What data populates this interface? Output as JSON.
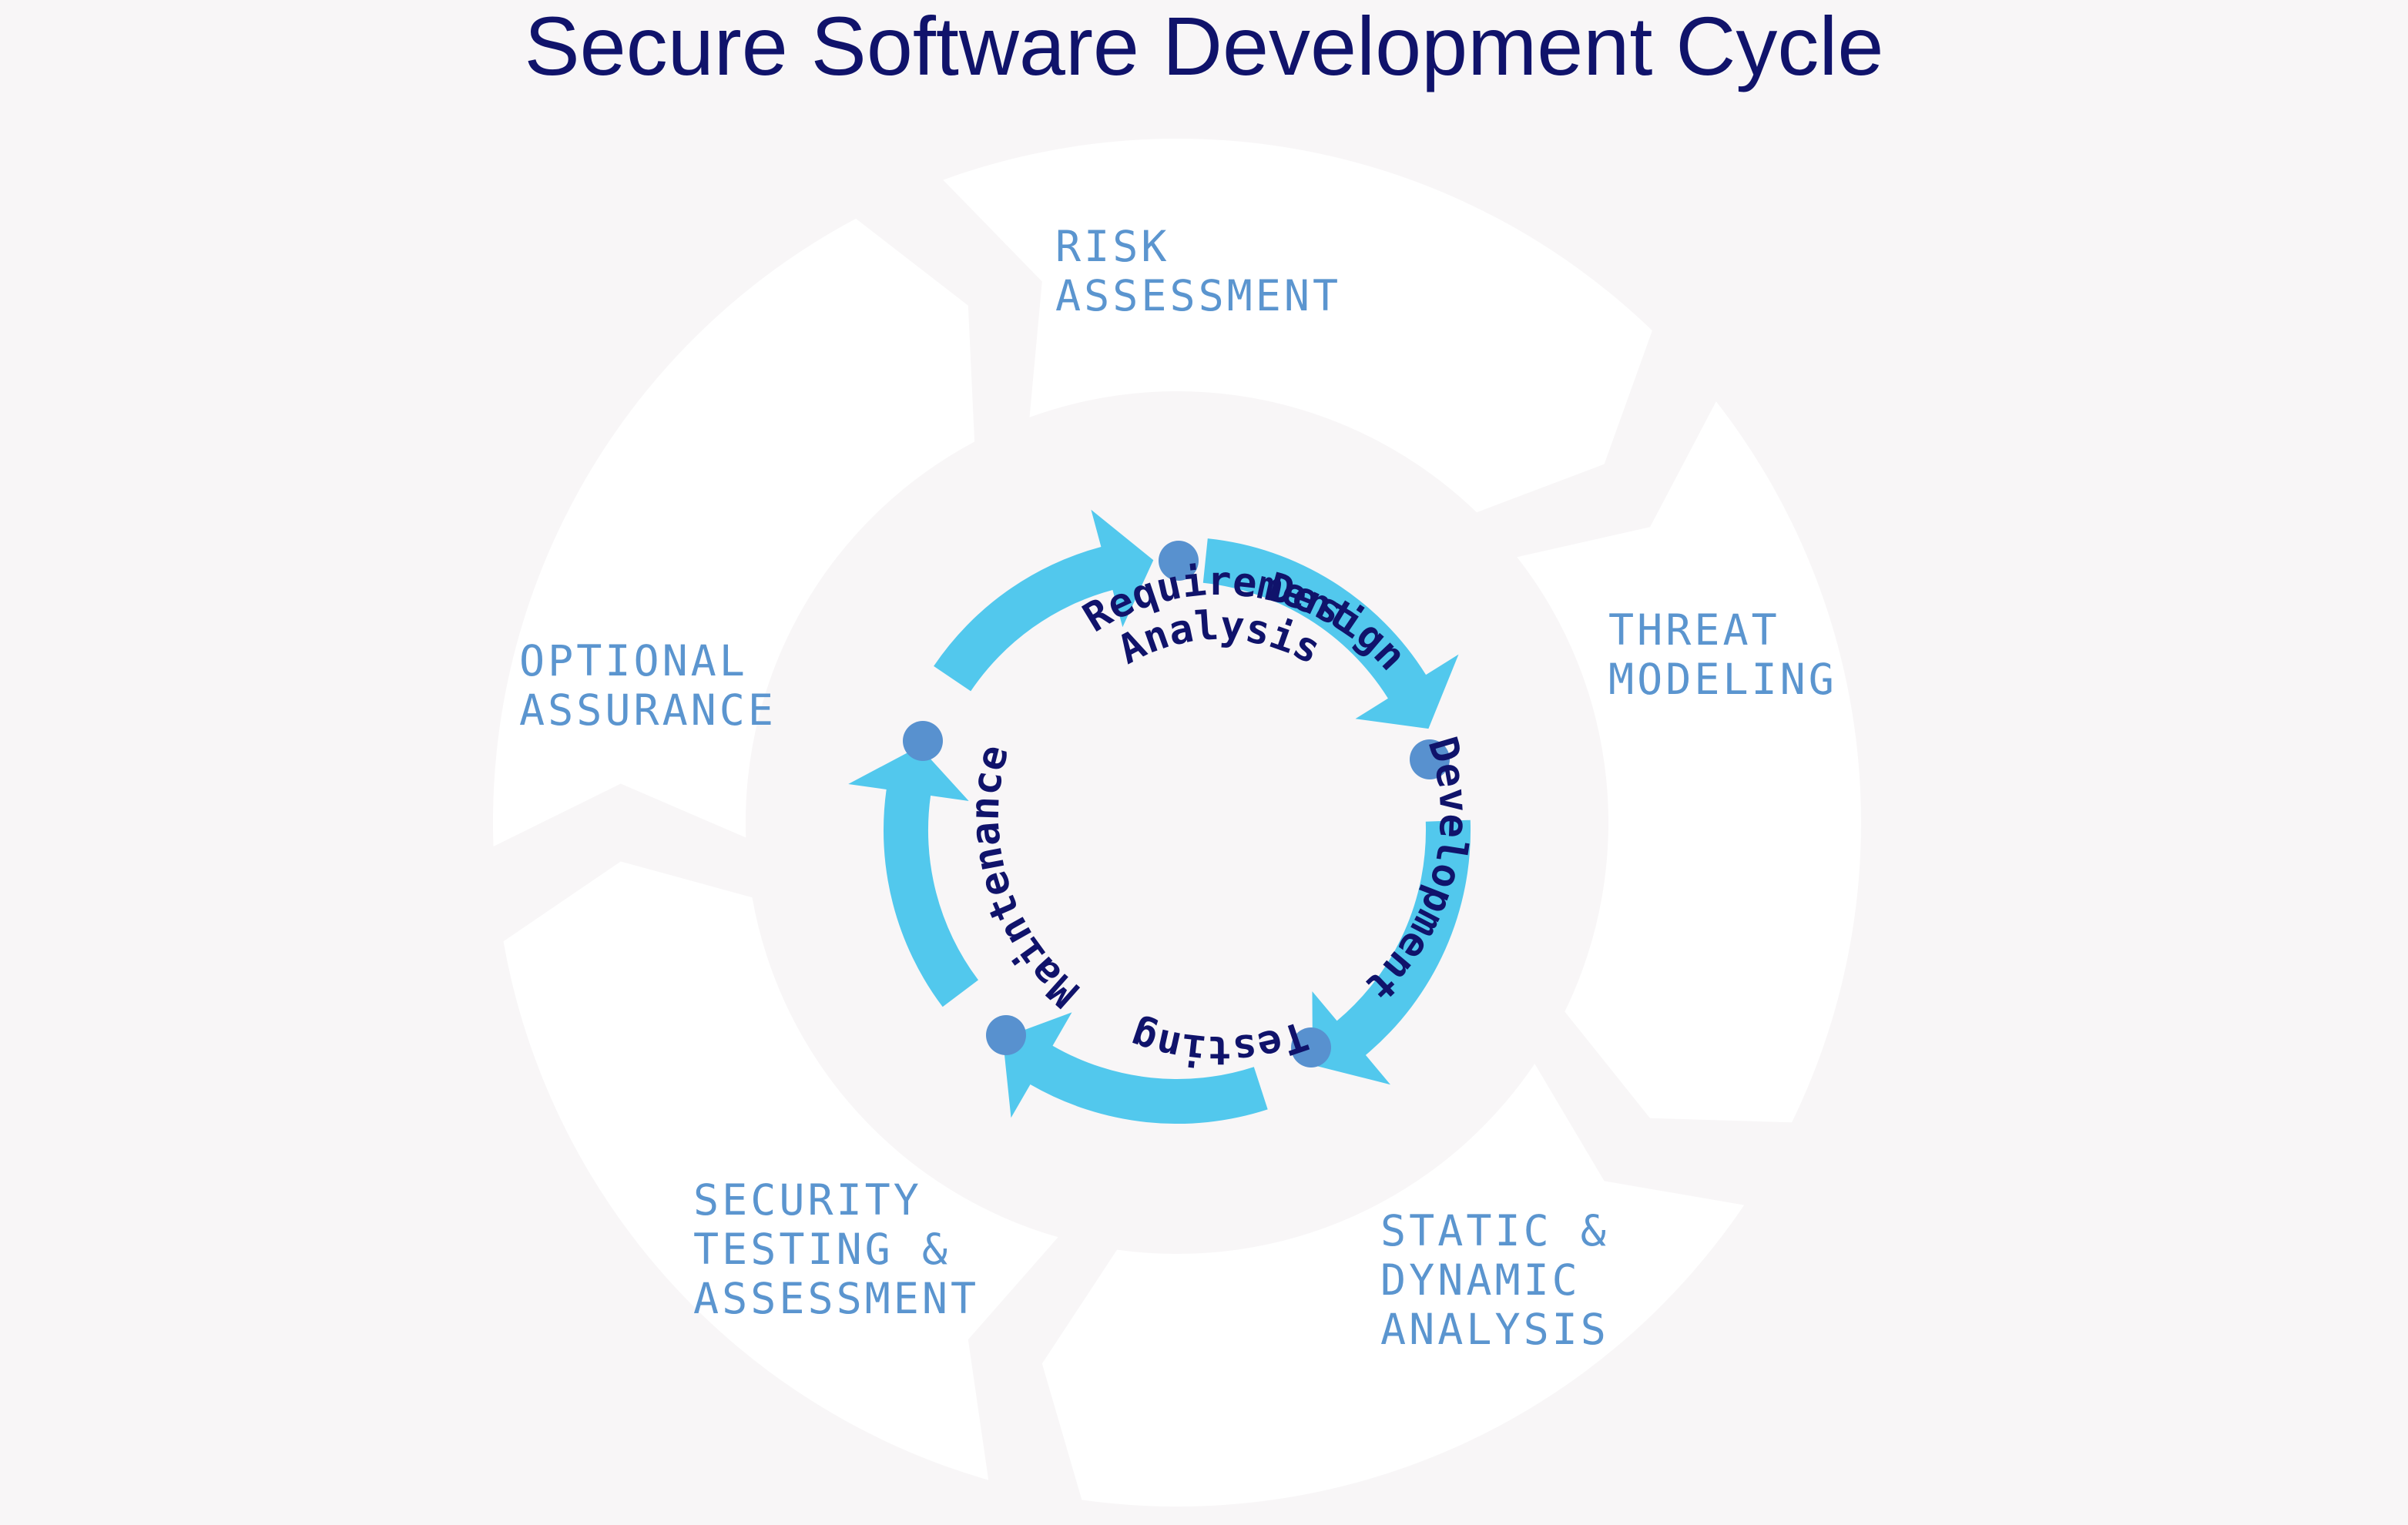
{
  "title": "Secure Software Development Cycle",
  "outer_segments": [
    {
      "id": "risk",
      "label": "RISK\nASSESSMENT"
    },
    {
      "id": "threat",
      "label": "THREAT\nMODELING"
    },
    {
      "id": "static",
      "label": "STATIC &\nDYNAMIC\nANALYSIS"
    },
    {
      "id": "security",
      "label": "SECURITY\nTESTING &\nASSESSMENT"
    },
    {
      "id": "optional",
      "label": "OPTIONAL\nASSURANCE"
    }
  ],
  "inner_stages": [
    {
      "id": "requirement",
      "lines": [
        "Requirement",
        "Analysis"
      ]
    },
    {
      "id": "design",
      "lines": [
        "Design"
      ]
    },
    {
      "id": "development",
      "lines": [
        "Development"
      ]
    },
    {
      "id": "testing",
      "lines": [
        "Testing"
      ]
    },
    {
      "id": "maintenance",
      "lines": [
        "Maintenance"
      ]
    }
  ],
  "colors": {
    "title": "#10136b",
    "outer_label": "#5b95cf",
    "segment_fill": "#ffffff",
    "arrow": "#52c8ed",
    "dot": "#5891cf",
    "stage_text": "#10136b",
    "background": "#f8f6f7"
  }
}
